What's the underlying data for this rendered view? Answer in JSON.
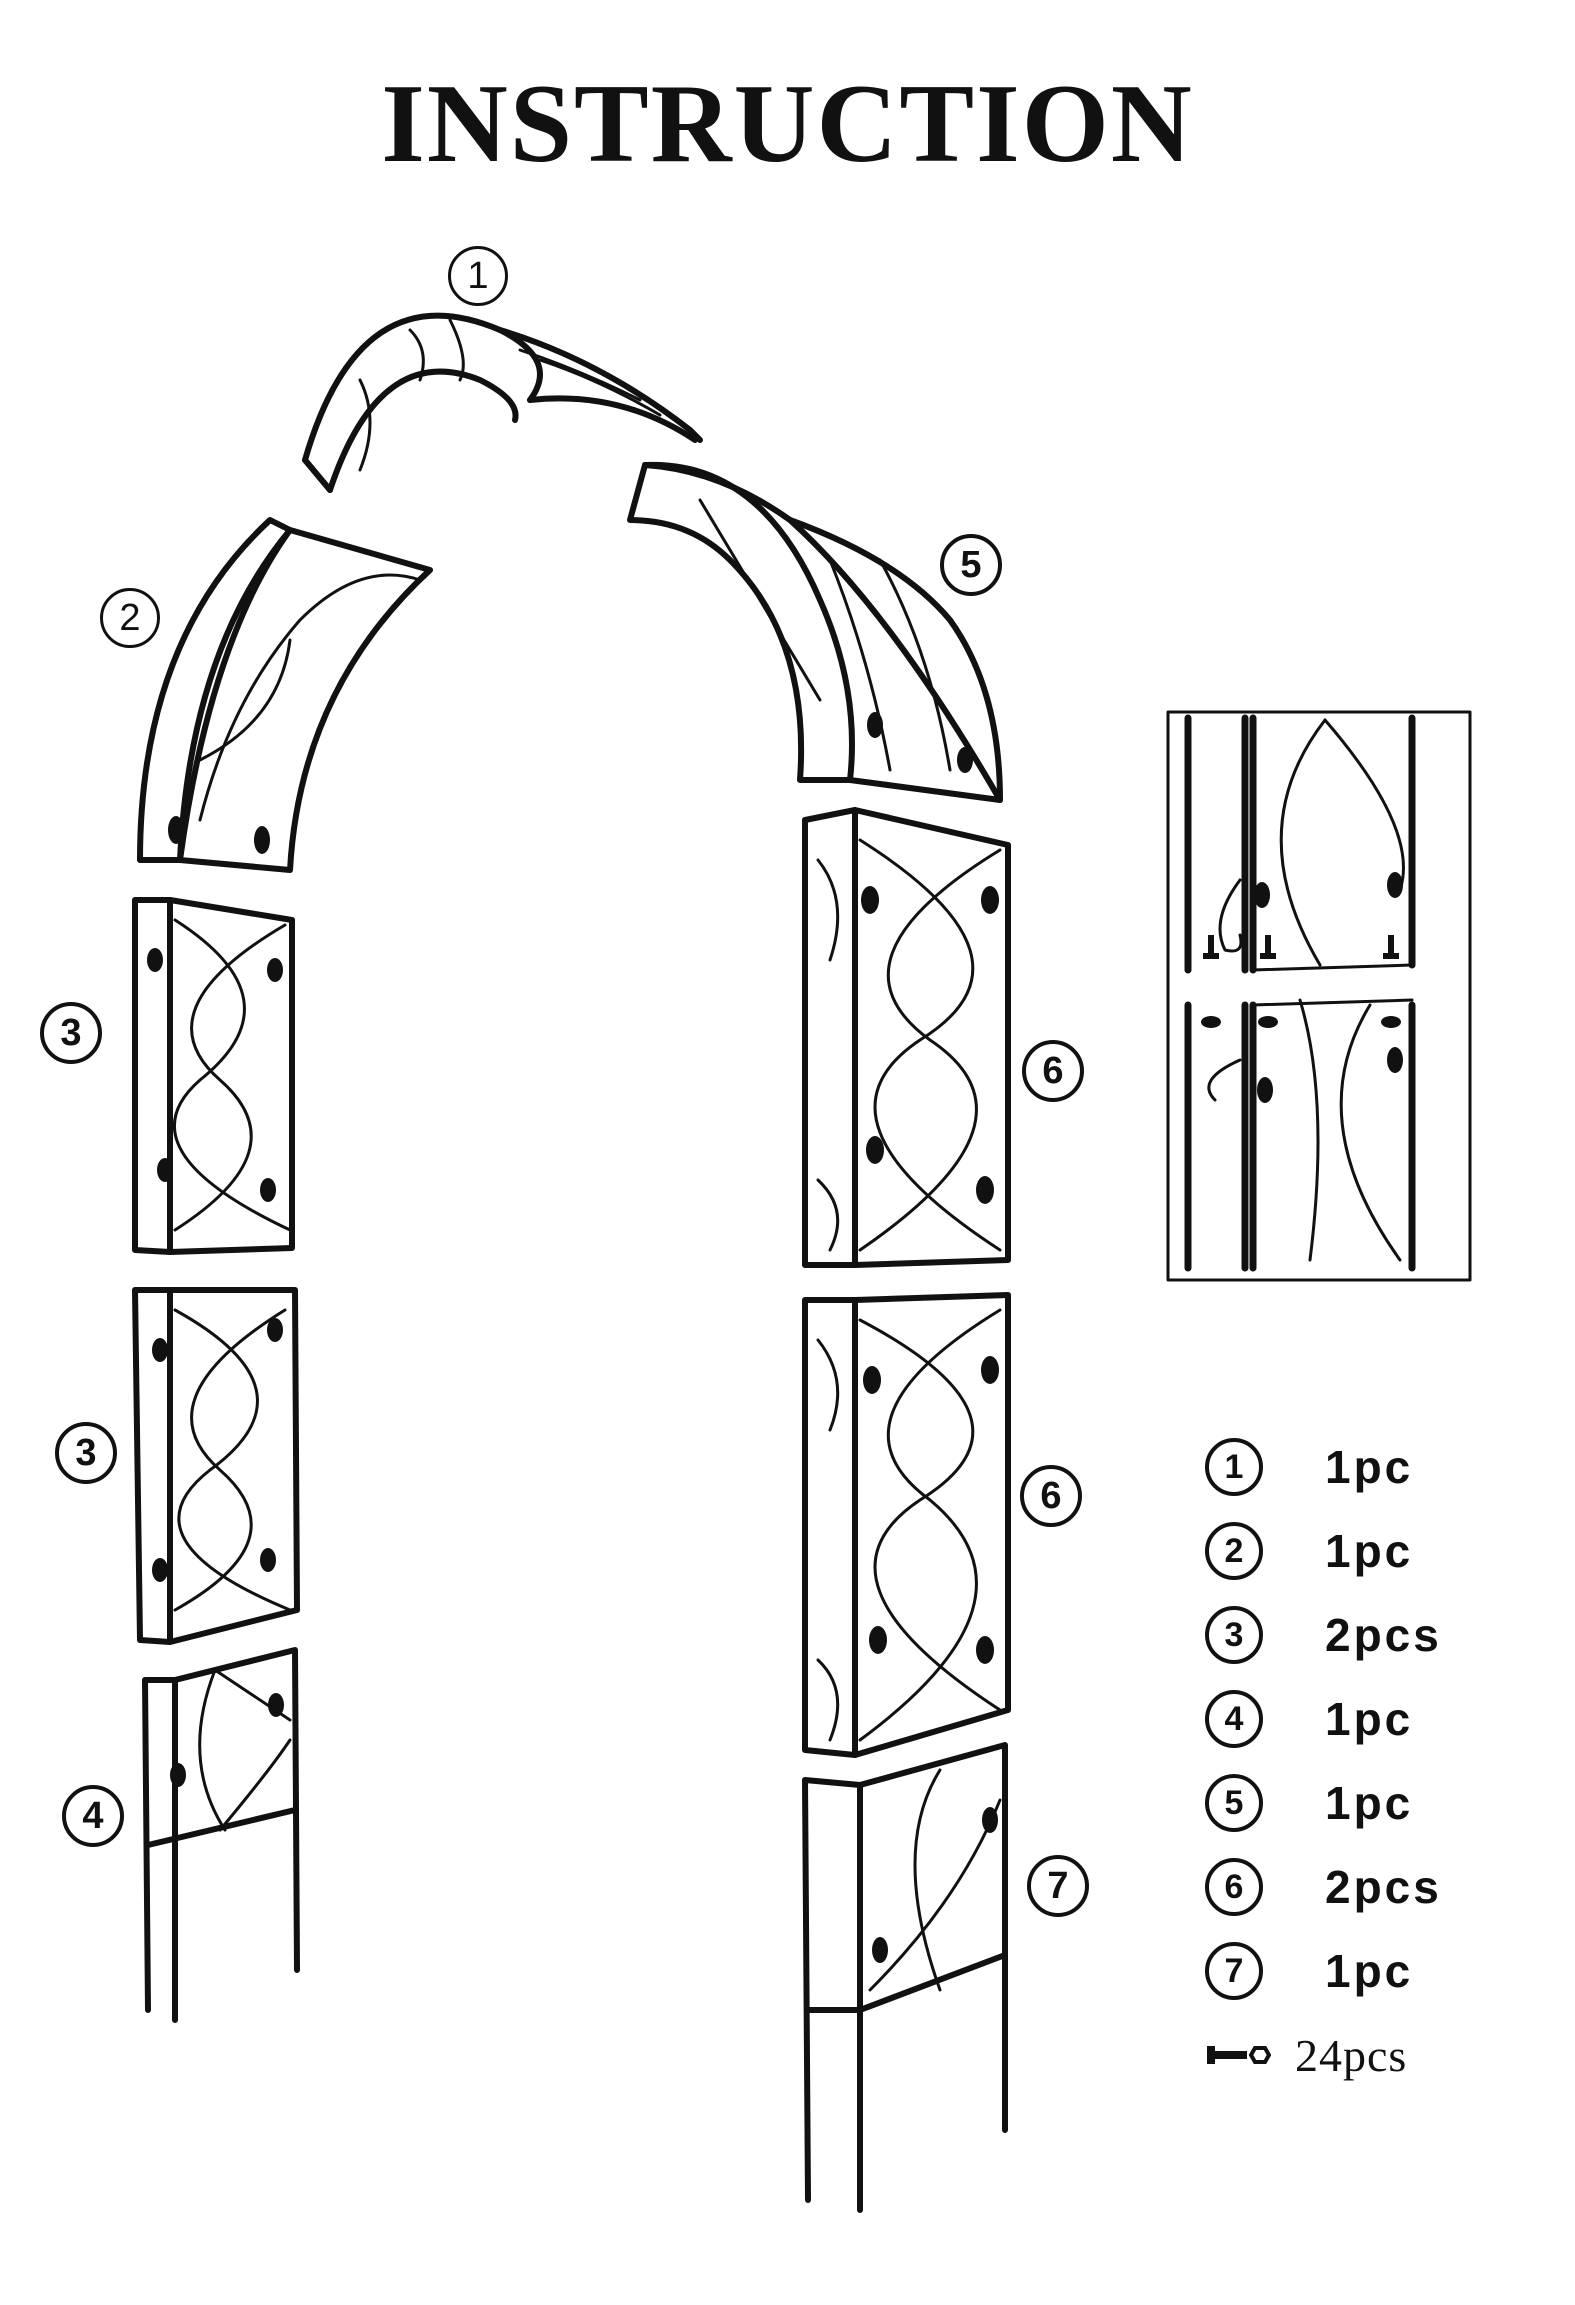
{
  "title": "INSTRUCTION",
  "diagram_labels": [
    {
      "id": "1",
      "text": "①"
    },
    {
      "id": "2",
      "text": "②"
    },
    {
      "id": "3a",
      "text": "3"
    },
    {
      "id": "3b",
      "text": "3"
    },
    {
      "id": "4",
      "text": "4"
    },
    {
      "id": "5",
      "text": "5"
    },
    {
      "id": "6a",
      "text": "6"
    },
    {
      "id": "6b",
      "text": "6"
    },
    {
      "id": "7",
      "text": "7"
    }
  ],
  "parts_list": [
    {
      "num": "1",
      "qty": "1pc"
    },
    {
      "num": "2",
      "qty": "1pc"
    },
    {
      "num": "3",
      "qty": "2pcs"
    },
    {
      "num": "4",
      "qty": "1pc"
    },
    {
      "num": "5",
      "qty": "1pc"
    },
    {
      "num": "6",
      "qty": "2pcs"
    },
    {
      "num": "7",
      "qty": "1pc"
    }
  ],
  "bolt": {
    "icon": "bolt-icon",
    "qty": "24pcs"
  }
}
